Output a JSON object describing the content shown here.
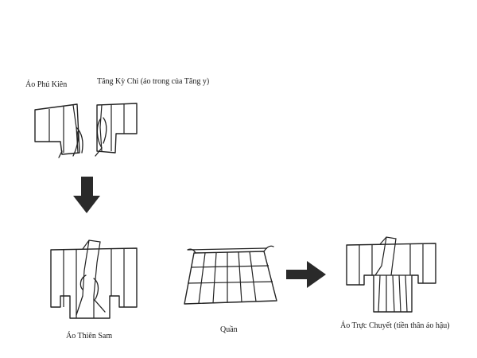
{
  "labels": {
    "ao_phu_kien": "Áo Phú Kiên",
    "tang_ky_chi": "Tăng Kỳ Chi (áo trong của Tăng y)",
    "ao_thien_sam": "Áo Thiên Sam",
    "quan": "Quần",
    "ao_truc_chuyet": "Áo Trực Chuyết (tiền thân áo hậu)"
  },
  "colors": {
    "ink": "#222222",
    "arrow": "#2a2a2a",
    "background": "#ffffff"
  }
}
